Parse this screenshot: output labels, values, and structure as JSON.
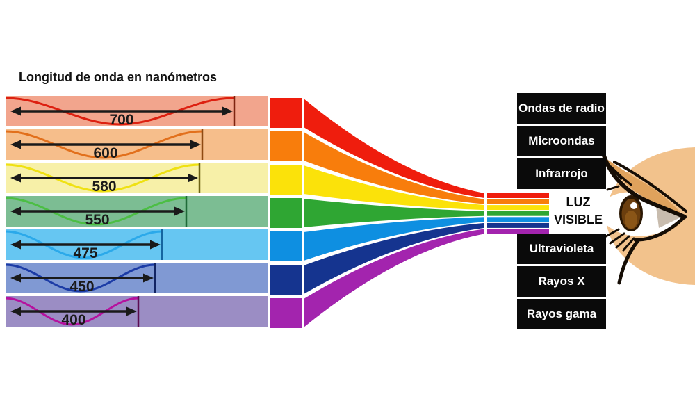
{
  "title": "Longitud de onda en nanómetros",
  "bands": [
    {
      "value": "700",
      "name": "rojo",
      "bg": "#F2A58D",
      "wave": "#DD2010",
      "marker": "#7E2410",
      "spectrum": "#EF1D0D"
    },
    {
      "value": "600",
      "name": "naranja",
      "bg": "#F6BE8B",
      "wave": "#E2701C",
      "marker": "#8F4A12",
      "spectrum": "#F87D0C"
    },
    {
      "value": "580",
      "name": "amarillo",
      "bg": "#F7F0A8",
      "wave": "#EFE112",
      "marker": "#6E6414",
      "spectrum": "#FBE20A"
    },
    {
      "value": "550",
      "name": "verde",
      "bg": "#7CBD93",
      "wave": "#4CBE44",
      "marker": "#1F6B38",
      "spectrum": "#2FA633"
    },
    {
      "value": "475",
      "name": "azul-claro",
      "bg": "#66C6F2",
      "wave": "#2BA9EA",
      "marker": "#1565A0",
      "spectrum": "#0E8FE1"
    },
    {
      "value": "450",
      "name": "azul",
      "bg": "#8099D3",
      "wave": "#1C3CA6",
      "marker": "#122463",
      "spectrum": "#15348F"
    },
    {
      "value": "400",
      "name": "violeta",
      "bg": "#9B8DC4",
      "wave": "#B5129E",
      "marker": "#5C0D52",
      "spectrum": "#A324AE"
    }
  ],
  "labels_top": [
    "Ondas de radio",
    "Microondas",
    "Infrarrojo"
  ],
  "labels_bottom": [
    "Ultravioleta",
    "Rayos X",
    "Rayos gama"
  ],
  "visible_light": {
    "line1": "LUZ",
    "line2": "VISIBLE"
  },
  "label_box": {
    "bg": "#0A0A0A",
    "text_color": "#FFFFFF"
  },
  "eye": {
    "skin": "#F2C28C",
    "shadow": "#DFA25C",
    "iris": "#6B3E0E",
    "iris_light": "#8A5517",
    "outline": "#150D05",
    "corner": "#C8BCAE"
  }
}
